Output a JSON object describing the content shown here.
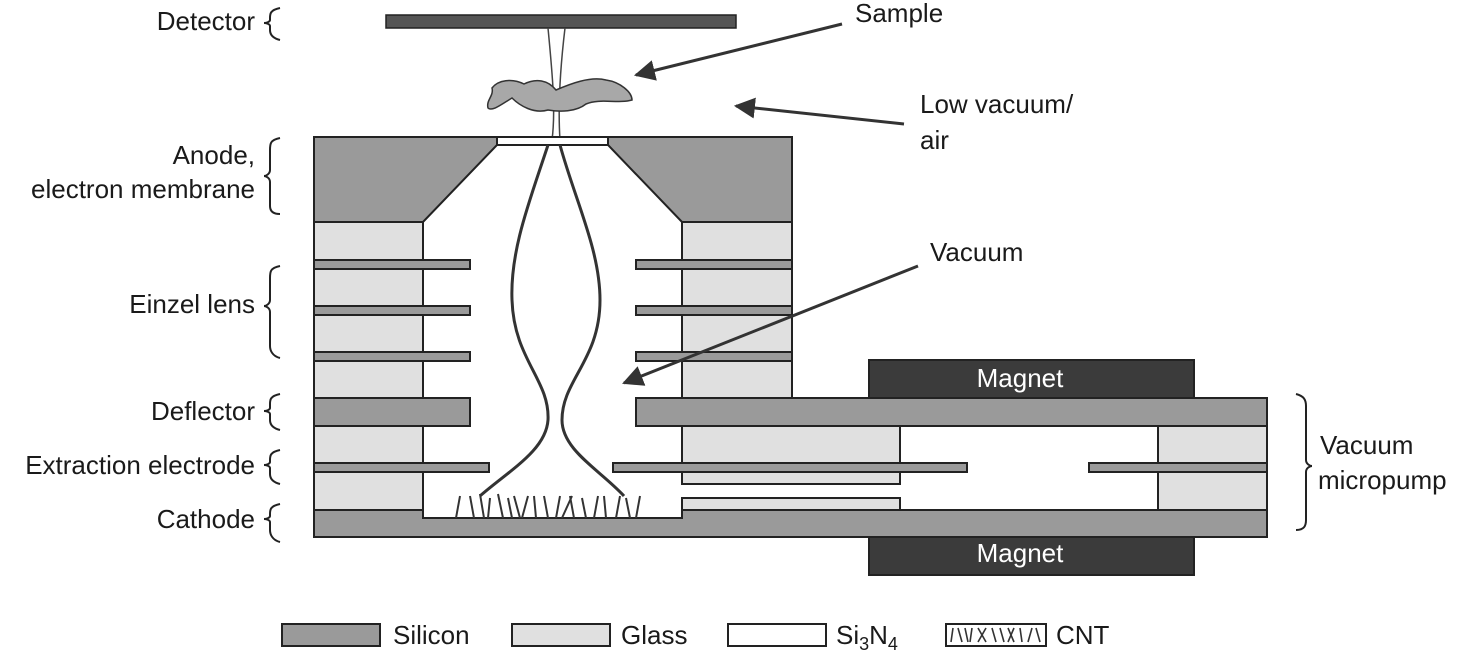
{
  "labels": {
    "detector": "Detector",
    "sample": "Sample",
    "low_vacuum_line1": "Low vacuum/",
    "low_vacuum_line2": "air",
    "anode_line1": "Anode,",
    "anode_line2": "electron membrane",
    "vacuum": "Vacuum",
    "einzel_lens": "Einzel lens",
    "magnet_top": "Magnet",
    "magnet_bottom": "Magnet",
    "deflector": "Deflector",
    "extraction_electrode": "Extraction electrode",
    "cathode": "Cathode",
    "vacuum_micropump_line1": "Vacuum",
    "vacuum_micropump_line2": "micropump"
  },
  "legend": [
    {
      "label": "Silicon",
      "material": "silicon"
    },
    {
      "label": "Glass",
      "material": "glass"
    },
    {
      "label": "Si3N4",
      "base": "Si",
      "sub1": "3",
      "mid": "N",
      "sub2": "4",
      "material": "si3n4"
    },
    {
      "label": "CNT",
      "material": "cnt"
    }
  ],
  "colors": {
    "silicon": "#9a9a9a",
    "glass": "#e0e0e0",
    "si3n4": "#ffffff",
    "magnet": "#3b3b3b",
    "detector": "#555555"
  }
}
